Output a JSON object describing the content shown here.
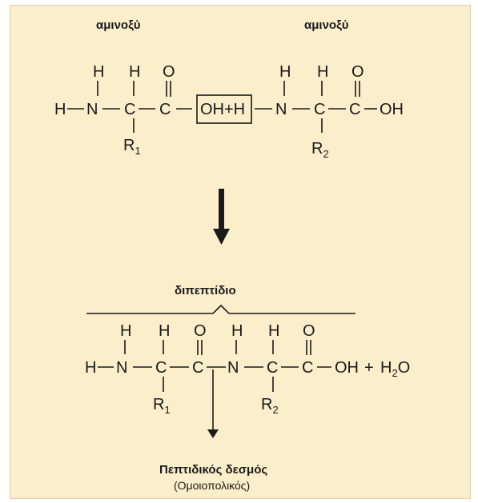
{
  "labels": {
    "amino_acid_left": "αμινοξύ",
    "amino_acid_right": "αμινοξύ",
    "dipeptide": "διπεπτίδιο",
    "peptide_bond": "Πεπτιδικός δεσμός",
    "peptide_bond_type": "(Ομοιοπολικός)"
  },
  "atoms": {
    "H": "H",
    "N": "N",
    "C": "C",
    "O": "O",
    "OH": "OH",
    "R1": "R",
    "R1_sub": "1",
    "R2": "R",
    "R2_sub": "2"
  },
  "reaction": {
    "condensation_box": "OH+H",
    "water": "H",
    "water_sub": "2",
    "water_tail": "O",
    "plus": "+"
  }
}
